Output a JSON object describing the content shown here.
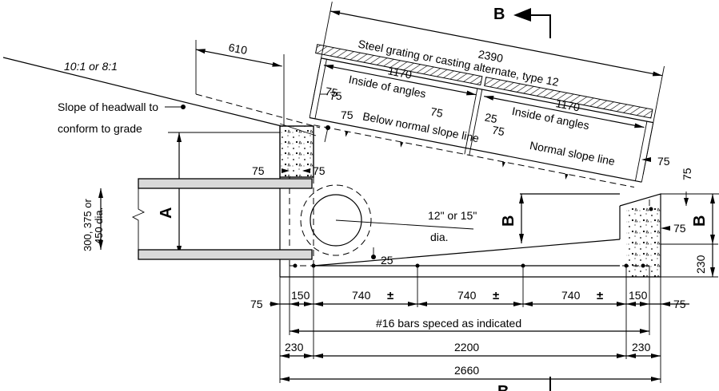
{
  "section_marks": {
    "top": "B",
    "bottom": "B"
  },
  "notes": {
    "grating": "Steel grating or casting alternate, type 12",
    "inside_angles": "Inside of angles",
    "below_normal": "Below normal slope line",
    "normal_slope": "Normal slope line",
    "slope_ratio": "10:1 or 8:1",
    "headwall_line1": "Slope of headwall to",
    "headwall_line2": "conform to grade",
    "pipe_line1": "12\" or 15\"",
    "pipe_line2": "dia.",
    "pipe_size_line1": "300, 375 or",
    "pipe_size_line2": "450 dia.",
    "bars": "#16 bars speced as indicated"
  },
  "dims": {
    "d2390": "2390",
    "d610": "610",
    "d1170": "1170",
    "d75": "75",
    "d25": "25",
    "d150": "150",
    "d740": "740",
    "plusminus": "±",
    "d230": "230",
    "d2200": "2200",
    "d2660": "2660",
    "label_a": "A",
    "label_b": "B"
  }
}
